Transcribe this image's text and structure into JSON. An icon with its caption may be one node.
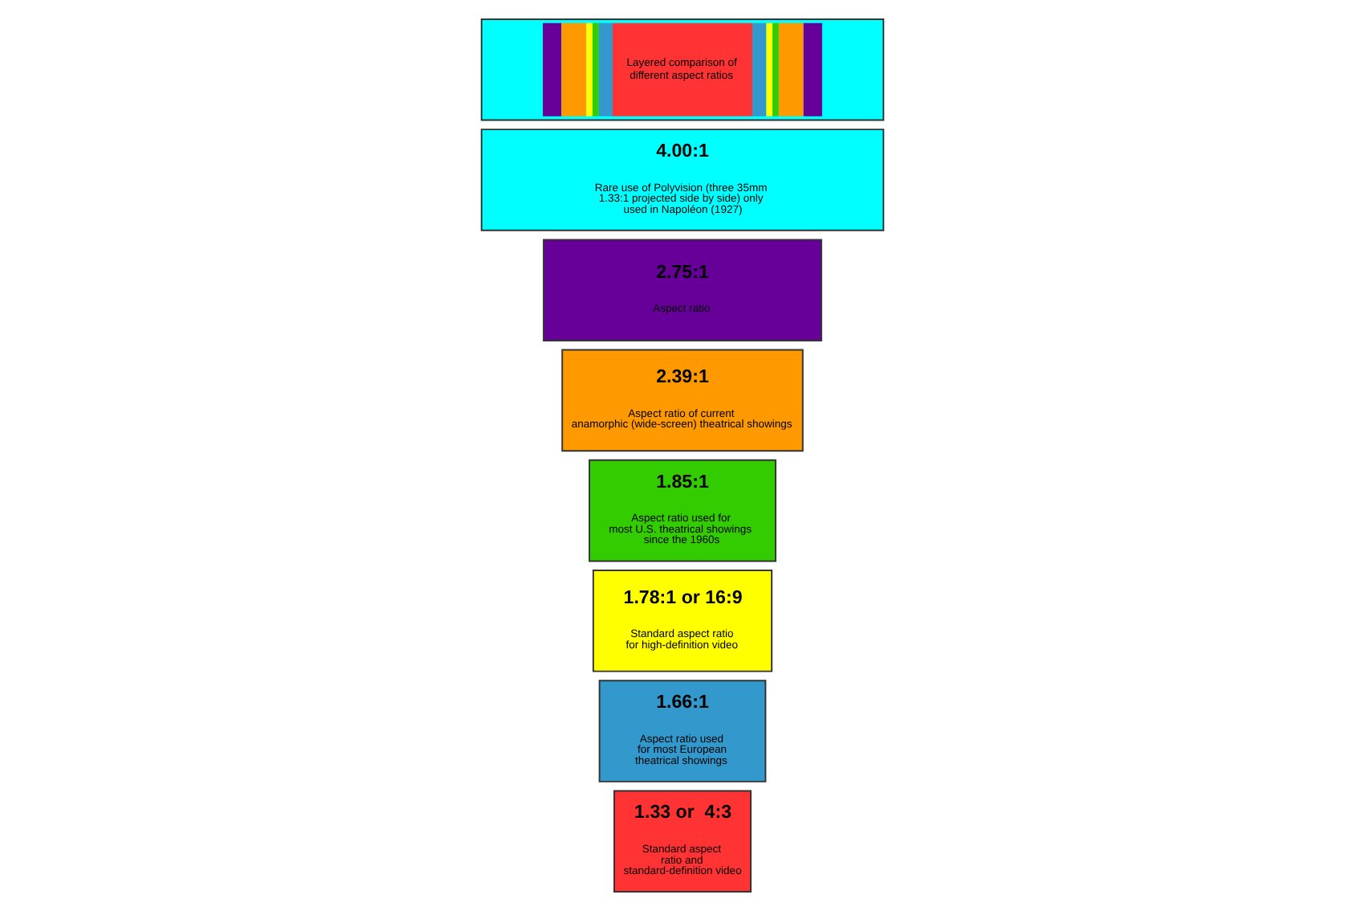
{
  "diagram": {
    "nodes": [
      {
        "text": [
          "1.33 or  4:3",
          "Standard aspect ratio and standard-definition video"
        ]
      },
      {
        "text": [
          "1.66:1",
          "Aspect ratio used for most European theatrical showings"
        ]
      },
      {
        "text": [
          "1.78:1 or 16:9",
          "Standard aspect ratio for high-definition video"
        ]
      },
      {
        "text": [
          "1.85:1",
          "Aspect ratio used for most U.S. theatrical showings since the 1960s"
        ]
      },
      {
        "text": [
          "2.39:1",
          "Aspect ratio of current anamorphic (wide-screen) theatrical showings"
        ]
      },
      {
        "text": [
          "2.75:1",
          "Aspect ratio"
        ]
      },
      {
        "text": [
          "4.00:1",
          "Rare use of Polyvision (three 35mm 1.33:1 projected side by side) only used in Napoléon (1927)"
        ]
      },
      {
        "text": [
          "Layered comparison of different aspect ratios"
        ]
      }
    ],
    "edges": []
  }
}
